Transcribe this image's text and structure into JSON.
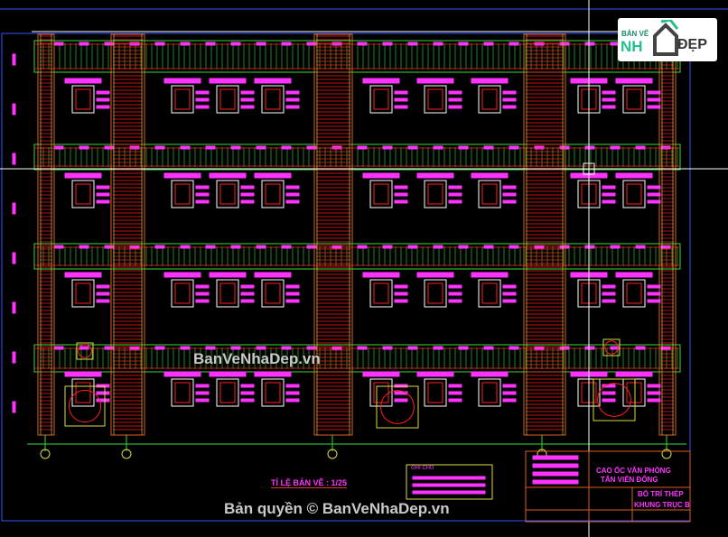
{
  "drawing": {
    "scale_label": "TỈ LỆ BẢN VẼ : 1/25",
    "notes_title": "GHI CHÚ",
    "title_block": {
      "project_line1": "CAO ỐC VĂN PHÒNG",
      "project_line2": "TÂN VIỄN ĐÔNG",
      "sheet_line1": "BỐ TRÍ THÉP",
      "sheet_line2": "KHUNG TRỤC B"
    }
  },
  "watermark": {
    "center": "BanVeNhaDep.vn",
    "bottom": "Bản quyền © BanVeNhaDep.vn"
  },
  "logo": {
    "line1": "BẢN VẼ",
    "line2": "NH",
    "line3": "ĐẸP"
  },
  "colors": {
    "background": "#000000",
    "magenta": "#ff33ff",
    "green": "#33dd33",
    "orange": "#e06020",
    "red": "#ff2020",
    "white": "#ffffff",
    "yellow": "#dddd44"
  }
}
